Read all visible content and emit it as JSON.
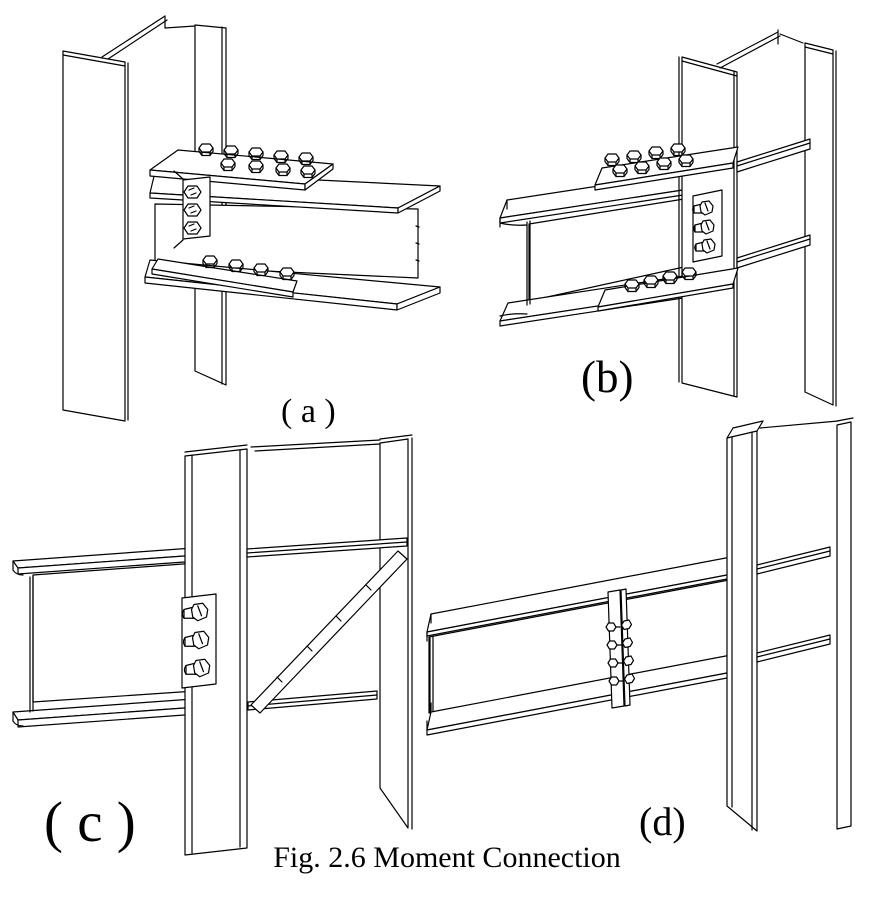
{
  "figure": {
    "caption": "Fig. 2.6 Moment Connection",
    "subfigures": [
      {
        "id": "a",
        "label": "( a )"
      },
      {
        "id": "b",
        "label": "(b)"
      },
      {
        "id": "c",
        "label": "( c )"
      },
      {
        "id": "d",
        "label": "(d)"
      }
    ],
    "colors": {
      "line": "#000000",
      "background": "#ffffff"
    }
  }
}
